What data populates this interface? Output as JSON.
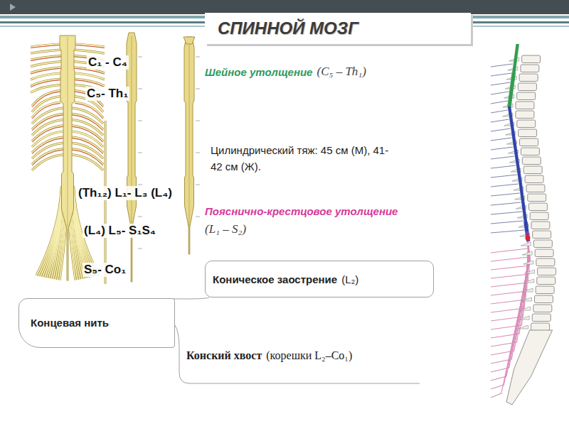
{
  "diagram": {
    "title": "СПИННОЙ МОЗГ",
    "nodes": [
      {
        "text": [
          "Коническое заострение",
          "(L₂)"
        ]
      },
      {
        "text": [
          "Концевая нить"
        ]
      }
    ],
    "labels": [
      "C₁ - C₄",
      "C₅- Th₁",
      "(Th₁₂) L₁- L₃ (L₄)",
      "(L₄) L₅- S₁S₄",
      "S₅- Co₁",
      "Шейное утолщение",
      "(C₅ – Th₁)",
      "Цилиндрический тяж: 45 см (М), 41-42 см (Ж).",
      "Пояснично-крестцовое утолщение",
      "(L₁ – S₂)",
      "Конский хвост",
      "(корешки L₂–Co₁)"
    ]
  }
}
